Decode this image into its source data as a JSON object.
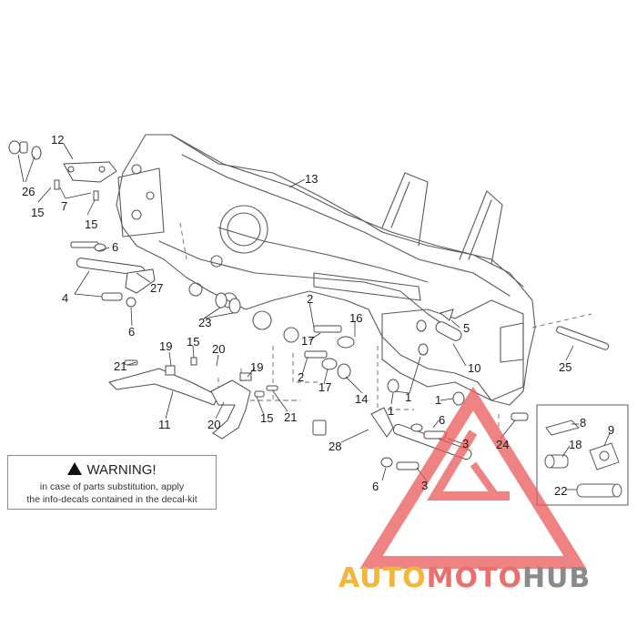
{
  "diagram": {
    "callouts": [
      {
        "id": "c12",
        "text": "12"
      },
      {
        "id": "c26",
        "text": "26"
      },
      {
        "id": "c15a",
        "text": "15"
      },
      {
        "id": "c7",
        "text": "7"
      },
      {
        "id": "c15b",
        "text": "15"
      },
      {
        "id": "c13",
        "text": "13"
      },
      {
        "id": "c6a",
        "text": "6"
      },
      {
        "id": "c4",
        "text": "4"
      },
      {
        "id": "c27",
        "text": "27"
      },
      {
        "id": "c6b",
        "text": "6"
      },
      {
        "id": "c23",
        "text": "23"
      },
      {
        "id": "c2a",
        "text": "2"
      },
      {
        "id": "c16",
        "text": "16"
      },
      {
        "id": "c5",
        "text": "5"
      },
      {
        "id": "c17a",
        "text": "17"
      },
      {
        "id": "c10",
        "text": "10"
      },
      {
        "id": "c25",
        "text": "25"
      },
      {
        "id": "c19a",
        "text": "19"
      },
      {
        "id": "c15c",
        "text": "15"
      },
      {
        "id": "c20a",
        "text": "20"
      },
      {
        "id": "c21a",
        "text": "21"
      },
      {
        "id": "c2b",
        "text": "2"
      },
      {
        "id": "c17b",
        "text": "17"
      },
      {
        "id": "c14",
        "text": "14"
      },
      {
        "id": "c1a",
        "text": "1"
      },
      {
        "id": "c1b",
        "text": "1"
      },
      {
        "id": "c19b",
        "text": "19"
      },
      {
        "id": "c11",
        "text": "11"
      },
      {
        "id": "c20b",
        "text": "20"
      },
      {
        "id": "c15d",
        "text": "15"
      },
      {
        "id": "c21b",
        "text": "21"
      },
      {
        "id": "c1c",
        "text": "1"
      },
      {
        "id": "c6c",
        "text": "6"
      },
      {
        "id": "c28",
        "text": "28"
      },
      {
        "id": "c3a",
        "text": "3"
      },
      {
        "id": "c24",
        "text": "24"
      },
      {
        "id": "c8",
        "text": "8"
      },
      {
        "id": "c9",
        "text": "9"
      },
      {
        "id": "c18",
        "text": "18"
      },
      {
        "id": "c6d",
        "text": "6"
      },
      {
        "id": "c3b",
        "text": "3"
      },
      {
        "id": "c22",
        "text": "22"
      }
    ]
  },
  "warning": {
    "title": "WARNING!",
    "line1": "in case of parts substitution, apply",
    "line2": "the info-decals contained in the decal-kit"
  },
  "watermark": {
    "part1": "AUTO",
    "part2": "MOTO",
    "part3": "HUB"
  },
  "colors": {
    "line": "#5a5a5a",
    "watermark_red": "#ea5a5a",
    "watermark_gold": "#f2b63c"
  }
}
